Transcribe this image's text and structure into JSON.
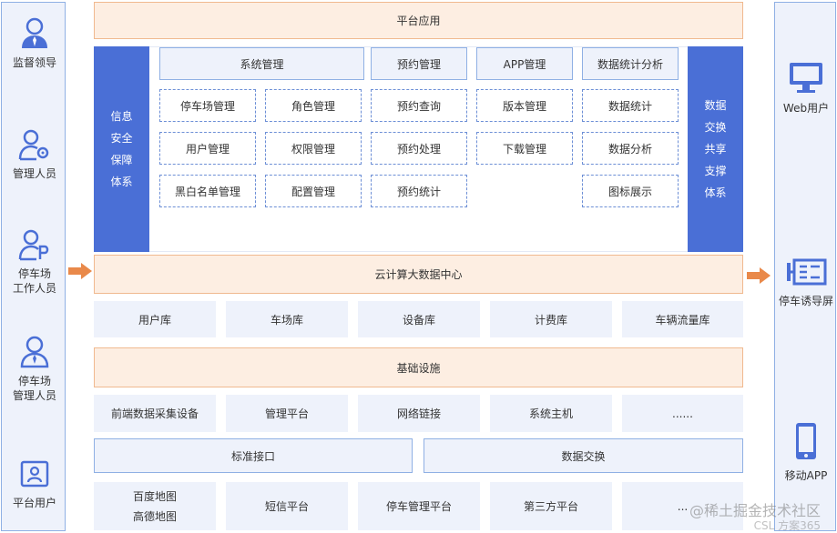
{
  "left_roles": [
    {
      "icon": "supervisor-icon",
      "label": "监督领导"
    },
    {
      "icon": "admin-gear-icon",
      "label": "管理人员"
    },
    {
      "icon": "parking-worker-icon",
      "label": "停车场\n工作人员"
    },
    {
      "icon": "parking-manager-icon",
      "label": "停车场\n管理人员"
    },
    {
      "icon": "platform-user-icon",
      "label": "平台用户"
    }
  ],
  "right_roles": [
    {
      "icon": "monitor-icon",
      "label": "Web用户"
    },
    {
      "icon": "guidance-screen-icon",
      "label": "停车诱导屏"
    },
    {
      "icon": "mobile-phone-icon",
      "label": "移动APP"
    }
  ],
  "platform_app": {
    "title": "平台应用",
    "left_bar": "信息安全保障体系",
    "right_bar": "数据交换共享支撑体系",
    "columns": [
      {
        "header": "系统管理",
        "items": [
          "停车场管理",
          "用户管理",
          "黑白名单管理"
        ]
      },
      {
        "header": "",
        "items": [
          "角色管理",
          "权限管理",
          "配置管理"
        ]
      },
      {
        "header": "预约管理",
        "items": [
          "预约查询",
          "预约处理",
          "预约统计"
        ]
      },
      {
        "header": "APP管理",
        "items": [
          "版本管理",
          "下载管理"
        ]
      },
      {
        "header": "数据统计分析",
        "items": [
          "数据统计",
          "数据分析",
          "图标展示"
        ]
      }
    ]
  },
  "cloud_center": "云计算大数据中心",
  "databases": [
    "用户库",
    "车场库",
    "设备库",
    "计费库",
    "车辆流量库"
  ],
  "infrastructure": "基础设施",
  "infra_items": [
    "前端数据采集设备",
    "管理平台",
    "网络链接",
    "系统主机",
    "......"
  ],
  "interfaces": [
    "标准接口",
    "数据交换"
  ],
  "external": [
    "百度地图\n高德地图",
    "短信平台",
    "停车管理平台",
    "第三方平台",
    "..."
  ],
  "watermark": "@稀土掘金技术社区",
  "watermark_sub": "CSL  方案365"
}
